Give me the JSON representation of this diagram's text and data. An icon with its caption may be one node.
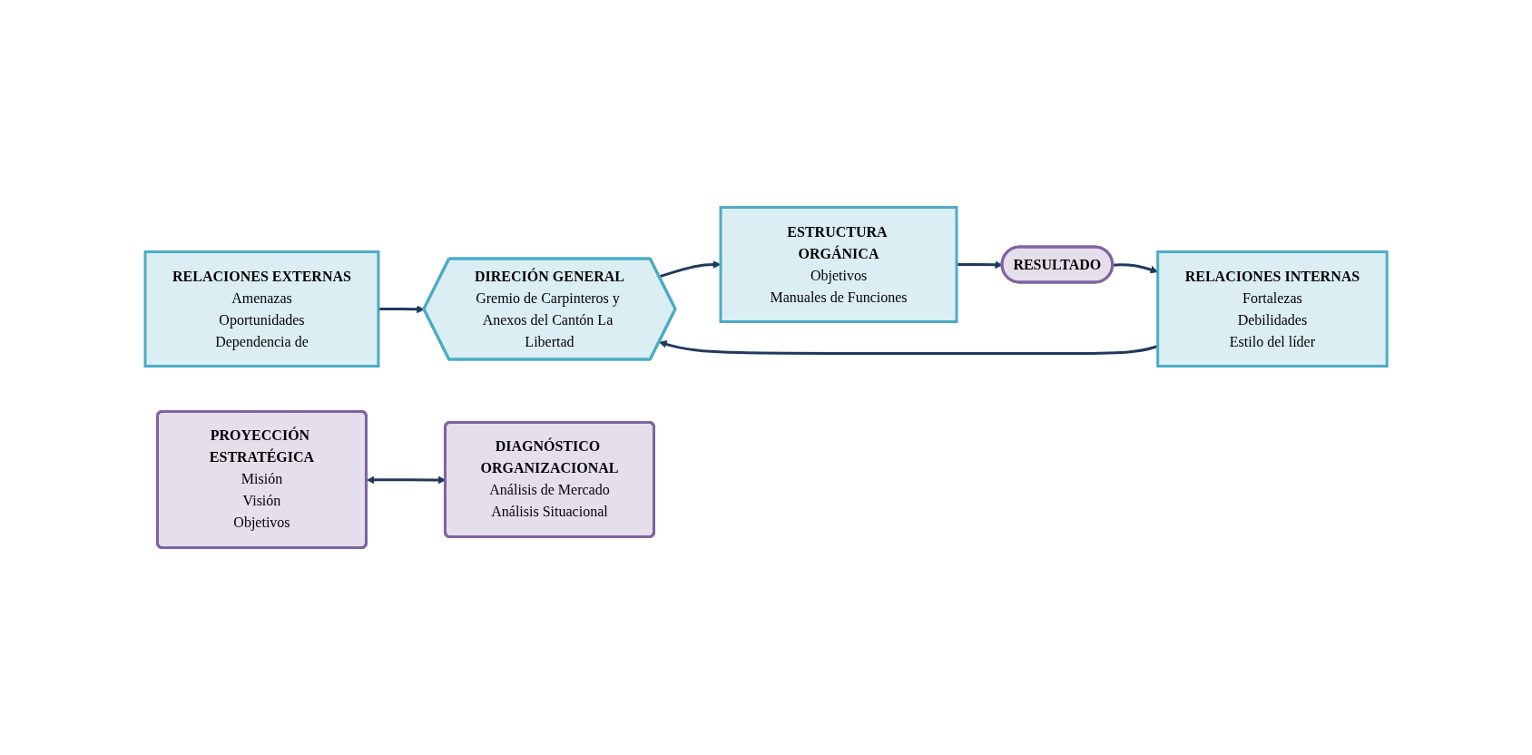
{
  "diagram": {
    "nodes": [
      {
        "text": [
          "RELACIONES EXTERNAS",
          "Amenazas",
          "Oportunidades",
          "Dependencia de"
        ]
      },
      {
        "text": [
          "PROYECCIÓN ESTRATÉGICA",
          "Misión",
          "Visión",
          "Objetivos"
        ]
      },
      {
        "text": [
          "DIRECIÓN GENERAL",
          "Gremio de Carpinteros y Anexos del Cantón La Libertad"
        ]
      },
      {
        "text": [
          "ESTRUCTURA ORGÁNICA",
          "Objetivos",
          "Manuales de Funciones"
        ]
      },
      {
        "text": [
          "RESULTADO"
        ]
      },
      {
        "text": [
          "DIAGNÓSTICO ORGANIZACIONAL",
          "Análisis de Mercado",
          "Análisis Situacional"
        ]
      },
      {
        "text": [
          "RELACIONES INTERNAS",
          "Fortalezas",
          "Debilidades",
          "Estilo del líder"
        ]
      }
    ],
    "edges": [
      {
        "from": 0,
        "to": 2,
        "arrow": "to"
      },
      {
        "from": 6,
        "to": 2,
        "arrow": "to"
      },
      {
        "from": 2,
        "to": 3,
        "arrow": "to"
      },
      {
        "from": 1,
        "to": 5,
        "arrow": "both"
      },
      {
        "from": 3,
        "to": 4,
        "arrow": "to"
      },
      {
        "from": 4,
        "to": 6,
        "arrow": "to"
      }
    ]
  }
}
